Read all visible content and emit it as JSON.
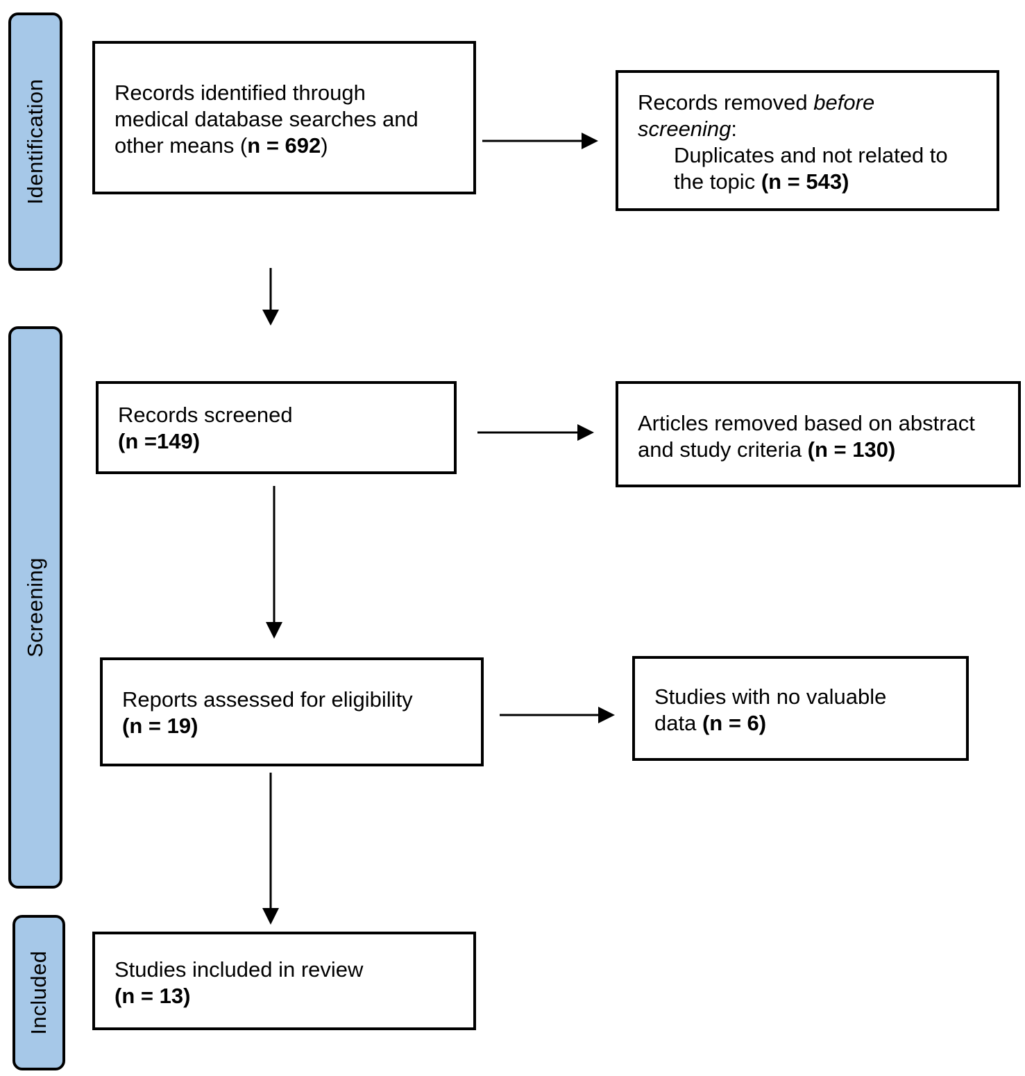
{
  "phases": {
    "identification": "Identification",
    "screening": "Screening",
    "included": "Included"
  },
  "boxes": {
    "identified": {
      "line1": "Records identified through",
      "line2": "medical database searches and",
      "line3_prefix": "other means (",
      "count": "n = 692",
      "suffix": ")"
    },
    "removed_before": {
      "line1_prefix": "Records removed ",
      "line1_italic": "before",
      "line2_italic": "screening",
      "line2_suffix": ":",
      "line3": "Duplicates and not related to",
      "line4_prefix": "the topic ",
      "count": "(n = 543)"
    },
    "screened": {
      "line1": "Records screened",
      "count": "(n =149)"
    },
    "removed_abstract": {
      "line1": "Articles removed based on abstract",
      "line2_prefix": "and study criteria ",
      "count": "(n = 130)"
    },
    "assessed": {
      "line1": "Reports assessed for eligibility",
      "count": "(n = 19)"
    },
    "no_data": {
      "line1": "Studies with no valuable",
      "line2_prefix": "data ",
      "count": "(n = 6)"
    },
    "included": {
      "line1": "Studies included in review",
      "count": "(n = 13)"
    }
  }
}
